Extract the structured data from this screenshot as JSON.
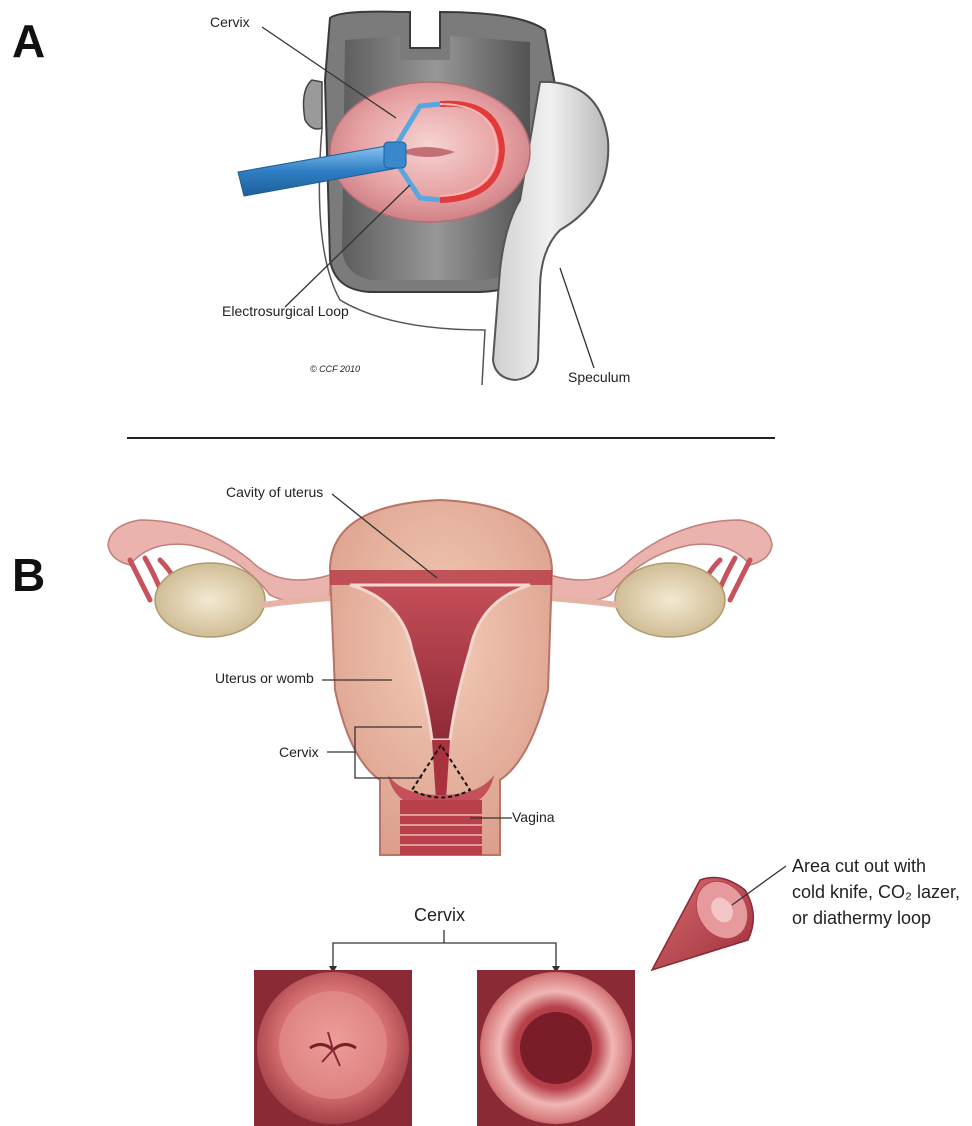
{
  "panels": {
    "a": {
      "letter": "A",
      "labels": {
        "cervix": "Cervix",
        "loop": "Electrosurgical Loop",
        "speculum": "Speculum",
        "copyright": "© CCF 2010"
      }
    },
    "b": {
      "letter": "B",
      "labels": {
        "cavity": "Cavity of uterus",
        "uterus": "Uterus or womb",
        "cervix": "Cervix",
        "vagina": "Vagina",
        "cervix_bottom": "Cervix",
        "cone_line1": "Area cut out with",
        "cone_line2": "cold knife, CO₂ lazer,",
        "cone_line3": "or diathermy loop"
      }
    }
  },
  "colors": {
    "tissue_pink": "#e9a3a3",
    "tissue_red": "#b9404a",
    "speculum_grey": "#9a9a9a",
    "instrument_blue": "#3f8fd0",
    "ovary": "#e8d9b8"
  }
}
